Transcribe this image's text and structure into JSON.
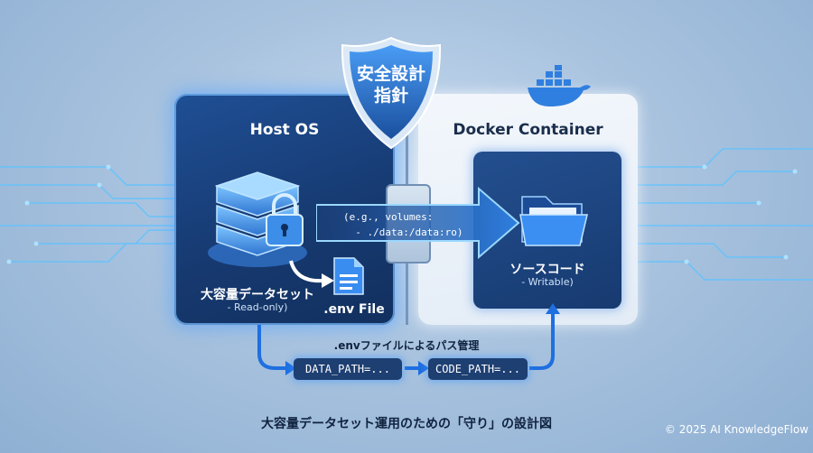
{
  "shield": {
    "label_line1": "安全設計",
    "label_line2": "指針"
  },
  "host": {
    "title": "Host OS",
    "dataset_label": "大容量データセット",
    "dataset_sub": "- Read-only)",
    "env_file_label": ".env File"
  },
  "docker": {
    "title": "Docker Container",
    "source_label": "ソースコード",
    "source_sub": "- Writable)"
  },
  "volume_mapping": {
    "line1": "(e.g., volumes:",
    "line2": "- ./data:/data:ro)"
  },
  "env_flow": {
    "caption": ".envファイルによるパス管理",
    "data_path": "DATA_PATH=...",
    "code_path": "CODE_PATH=..."
  },
  "footer": {
    "caption": "大容量データセット運用のための「守り」の設計図",
    "copyright": "© 2025 AI KnowledgeFlow"
  }
}
